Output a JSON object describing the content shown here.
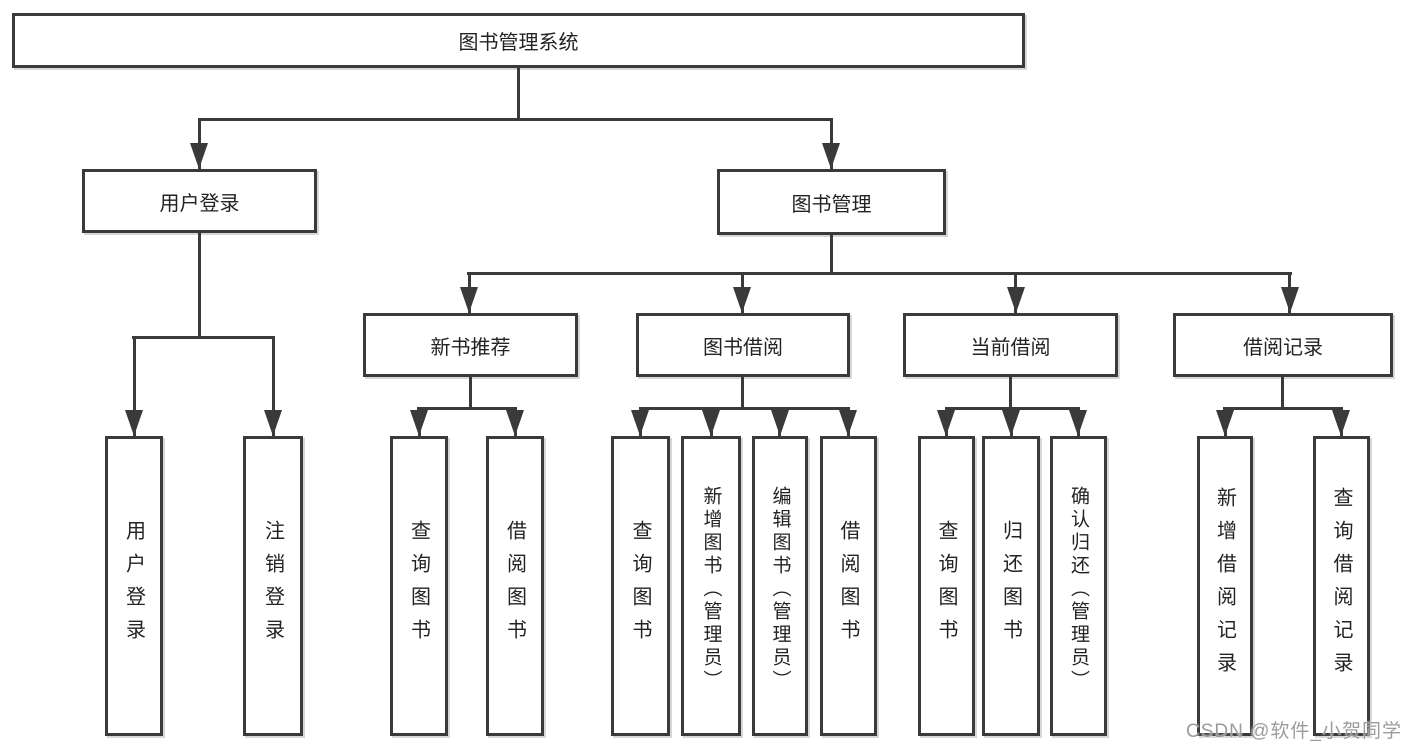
{
  "tree": {
    "root": "图书管理系统",
    "branches": [
      {
        "label": "用户登录",
        "children": [
          "用户登录",
          "注销登录"
        ]
      },
      {
        "label": "图书管理",
        "children": [
          {
            "label": "新书推荐",
            "children": [
              "查询图书",
              "借阅图书"
            ]
          },
          {
            "label": "图书借阅",
            "children": [
              "查询图书",
              "新增图书（管理员）",
              "编辑图书（管理员）",
              "借阅图书"
            ]
          },
          {
            "label": "当前借阅",
            "children": [
              "查询图书",
              "归还图书",
              "确认归还（管理员）"
            ]
          },
          {
            "label": "借阅记录",
            "children": [
              "新增借阅记录",
              "查询借阅记录"
            ]
          }
        ]
      }
    ]
  },
  "watermark": "CSDN @软件_小贺同学",
  "colors": {
    "line": "#3a3a3a",
    "text": "#232323",
    "watermark": "#9c9c9c",
    "background": "#ffffff"
  }
}
